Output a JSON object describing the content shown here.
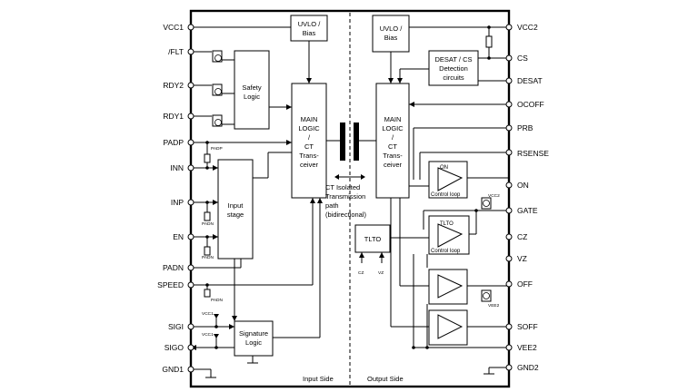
{
  "pins": {
    "vcc1": "VCC1",
    "flt": "/FLT",
    "rdy2": "RDY2",
    "rdy1": "RDY1",
    "padp": "PADP",
    "inn": "INN",
    "inp": "INP",
    "en": "EN",
    "padn": "PADN",
    "speed": "SPEED",
    "sigi": "SIGI",
    "sigo": "SIGO",
    "gnd1": "GND1",
    "vcc2": "VCC2",
    "cs": "CS",
    "desat": "DESAT",
    "ocoff": "OCOFF",
    "prb": "PRB",
    "rsense": "RSENSE",
    "on": "ON",
    "gate": "GATE",
    "cz": "CZ",
    "vz": "VZ",
    "off": "OFF",
    "soff": "SOFF",
    "vee2": "VEE2",
    "gnd2": "GND2"
  },
  "blocks": {
    "uvlo_left": [
      "UVLO /",
      "Bias"
    ],
    "uvlo_right": [
      "UVLO /",
      "Bias"
    ],
    "safety_logic": [
      "Safety",
      "Logic"
    ],
    "main_logic_left": [
      "MAIN",
      "LOGIC",
      "/",
      "CT",
      "Trans-",
      "ceiver"
    ],
    "main_logic_right": [
      "MAIN",
      "LOGIC",
      "/",
      "CT",
      "Trans-",
      "ceiver"
    ],
    "input_stage": [
      "Input",
      "stage"
    ],
    "signature_logic": [
      "Signature",
      "Logic"
    ],
    "desat_detect": [
      "DESAT / CS",
      "Detection",
      "circuits"
    ],
    "tlto_box": "TLTO"
  },
  "labels": {
    "ct_path": [
      "CT Isolated",
      "Transmission",
      "path",
      "(bidirectional)"
    ],
    "on_amp": "ON",
    "tlto_amp": "TLTO",
    "control_loop_1": "Control loop",
    "control_loop_2": "Control loop",
    "input_side": "Input Side",
    "output_side": "Output Side",
    "padp_small": "PADP",
    "padn_small_1": "PADN",
    "padn_small_2": "PADN",
    "padn_small_3": "PADN",
    "vcc1_small_1": "VCC1",
    "vcc1_small_2": "VCC1",
    "cz_small": "CZ",
    "vz_small": "VZ",
    "vcc2_small": "VCC2",
    "vee2_small": "VEE2"
  }
}
